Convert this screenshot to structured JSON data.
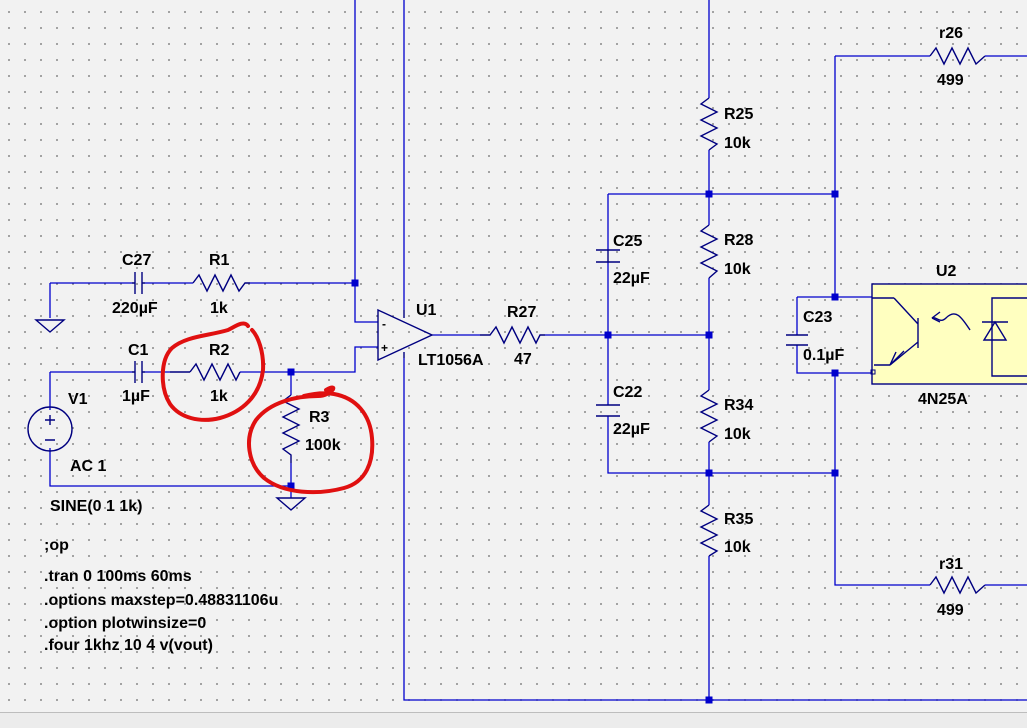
{
  "schematic": {
    "components": {
      "c27": {
        "ref": "C27",
        "value": "220µF"
      },
      "r1": {
        "ref": "R1",
        "value": "1k"
      },
      "c1": {
        "ref": "C1",
        "value": "1µF"
      },
      "r2": {
        "ref": "R2",
        "value": "1k"
      },
      "r3": {
        "ref": "R3",
        "value": "100k"
      },
      "v1": {
        "ref": "V1",
        "value": "AC 1",
        "function": "SINE(0 1 1k)"
      },
      "u1": {
        "ref": "U1",
        "value": "LT1056A"
      },
      "r27": {
        "ref": "R27",
        "value": "47"
      },
      "r25": {
        "ref": "R25",
        "value": "10k"
      },
      "r28": {
        "ref": "R28",
        "value": "10k"
      },
      "r34": {
        "ref": "R34",
        "value": "10k"
      },
      "r35": {
        "ref": "R35",
        "value": "10k"
      },
      "c25": {
        "ref": "C25",
        "value": "22µF"
      },
      "c22": {
        "ref": "C22",
        "value": "22µF"
      },
      "c23": {
        "ref": "C23",
        "value": "0.1µF"
      },
      "u2": {
        "ref": "U2",
        "value": "4N25A"
      },
      "r26": {
        "ref": "r26",
        "value": "499"
      },
      "r31": {
        "ref": "r31",
        "value": "499"
      }
    },
    "directives": [
      ";op",
      ".tran 0 100ms 60ms",
      ".options maxstep=0.48831106u",
      ".option plotwinsize=0",
      ".four 1khz 10 4 v(vout)"
    ],
    "opamp_pins": {
      "plus": "+",
      "minus": "-"
    },
    "colors": {
      "wire": "#0000cc",
      "symbol": "#000080",
      "highlight": "#e01010",
      "optocoupler_fill": "#ffffc0"
    }
  }
}
